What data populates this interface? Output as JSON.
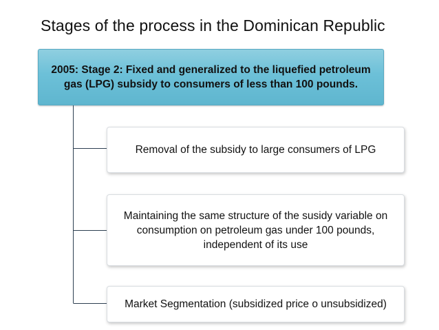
{
  "title": "Stages of the process in the Dominican Republic",
  "root": {
    "text": "2005: Stage 2: Fixed and generalized to the liquefied petroleum gas (LPG) subsidy to consumers of less than 100 pounds."
  },
  "children": [
    {
      "text": "Removal of the subsidy to large consumers of LPG"
    },
    {
      "text": "Maintaining the same structure of the susidy variable on consumption on petroleum gas under 100 pounds, independent of its use"
    },
    {
      "text": "Market Segmentation (subsidized price o unsubsidized)"
    }
  ],
  "colors": {
    "root_fill": "#6cc0d8",
    "root_border": "#57a9c2",
    "connector": "#2c3e50"
  }
}
